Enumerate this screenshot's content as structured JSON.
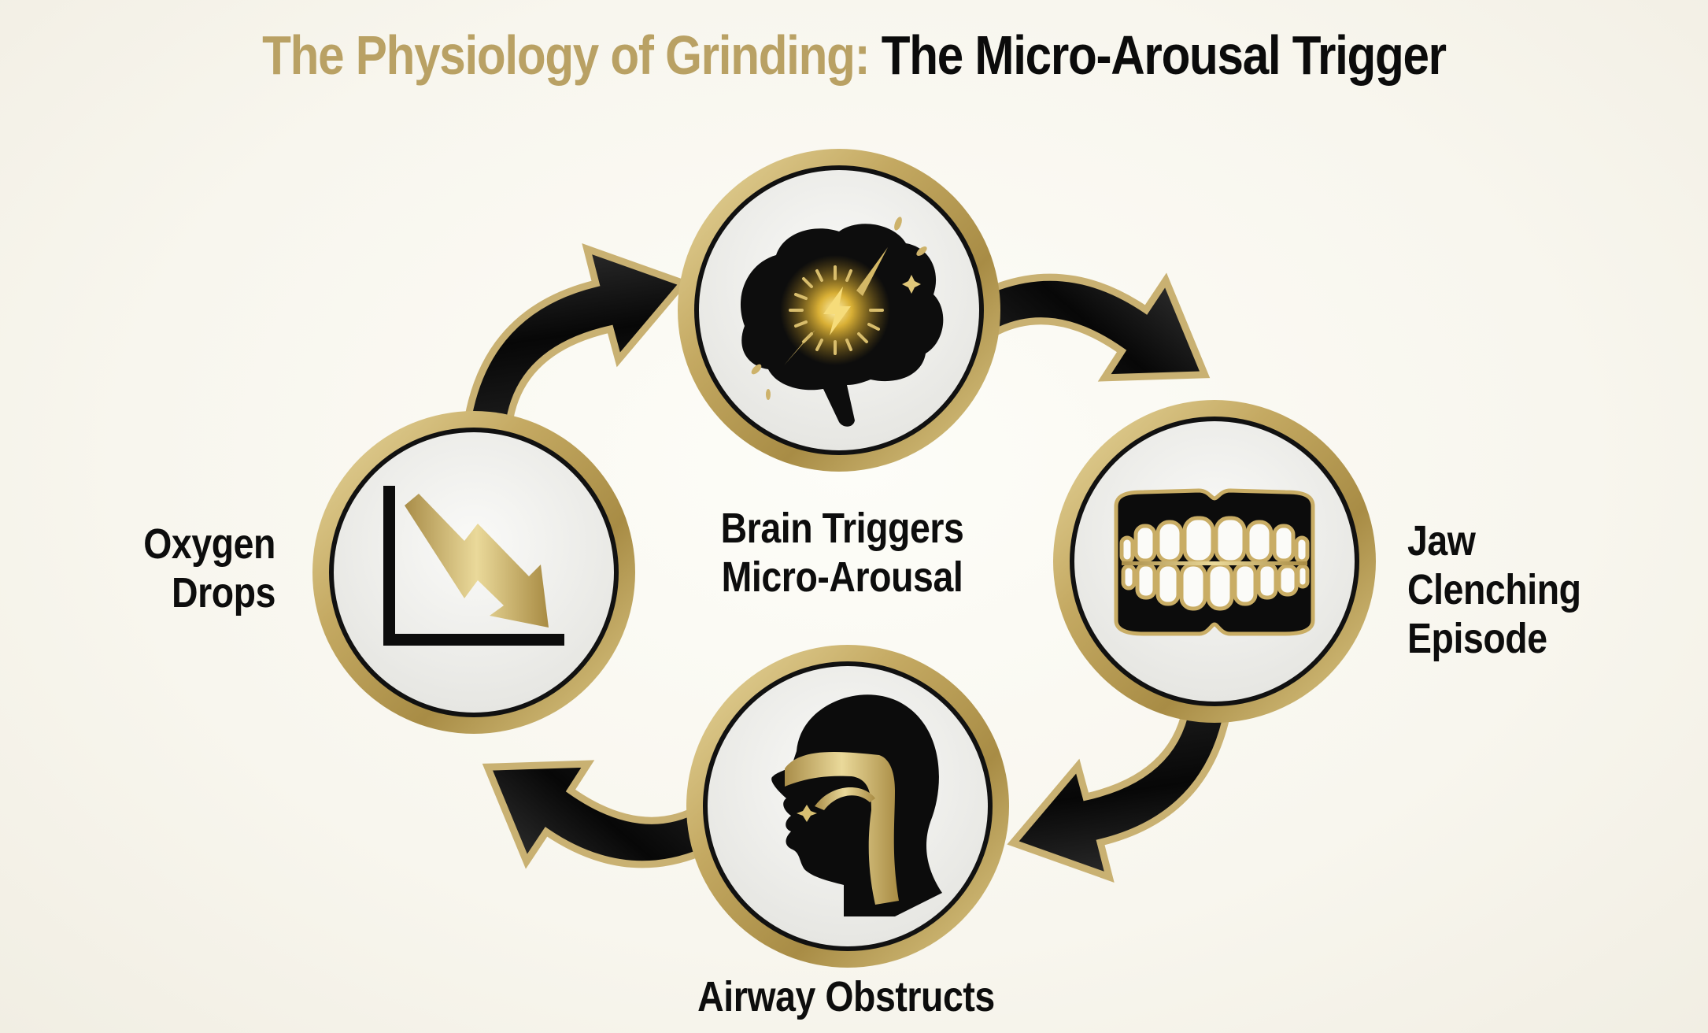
{
  "title": {
    "part1": "The Physiology of Grinding:",
    "part2": "The Micro-Arousal Trigger",
    "colors": {
      "part1": "#b9a164",
      "part2": "#0b0b0b"
    }
  },
  "palette": {
    "background": "#f8f6ee",
    "gold": "#c4a962",
    "gold_light": "#e8d79c",
    "gold_dark": "#8f7637",
    "black": "#0b0b0b",
    "disc": "#f1f1ef"
  },
  "cycle": {
    "direction": "clockwise",
    "steps": [
      {
        "id": "brain",
        "icon": "brain-lightning-icon",
        "lines": [
          "Brain Triggers",
          "Micro-Arousal"
        ]
      },
      {
        "id": "jaw",
        "icon": "clenched-teeth-icon",
        "lines": [
          "Jaw Clenching",
          "Episode"
        ]
      },
      {
        "id": "airway",
        "icon": "head-airway-icon",
        "lines": [
          "Airway Obstructs"
        ]
      },
      {
        "id": "oxygen",
        "icon": "declining-chart-icon",
        "lines": [
          "Oxygen",
          "Drops"
        ]
      }
    ],
    "arrows": [
      {
        "from": "oxygen",
        "to": "brain"
      },
      {
        "from": "brain",
        "to": "jaw"
      },
      {
        "from": "jaw",
        "to": "airway"
      },
      {
        "from": "airway",
        "to": "oxygen"
      }
    ]
  }
}
